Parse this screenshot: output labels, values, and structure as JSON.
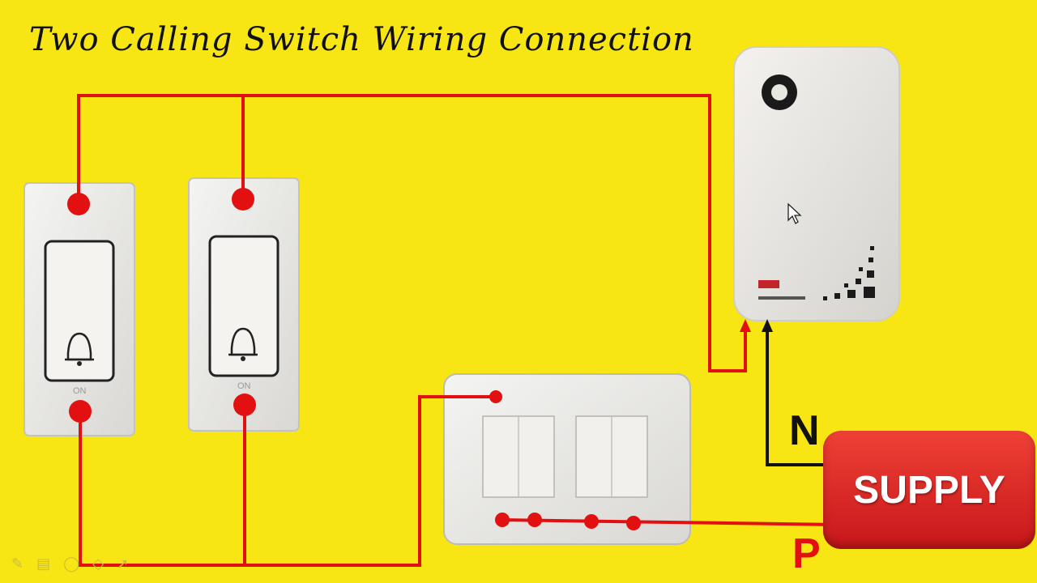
{
  "title": "Two Calling Switch Wiring Connection",
  "labels": {
    "neutral": "N",
    "phase": "P",
    "supply": "SUPPLY",
    "bell_switch_on_label": "ON"
  },
  "colors": {
    "background": "#f7e514",
    "phase_wire": "#e21010",
    "neutral_wire": "#111111",
    "supply_box": "#d62227"
  },
  "toolbar_icons": [
    "pen-icon",
    "slides-icon",
    "circle-icon",
    "eraser-icon",
    "pointer-icon"
  ]
}
